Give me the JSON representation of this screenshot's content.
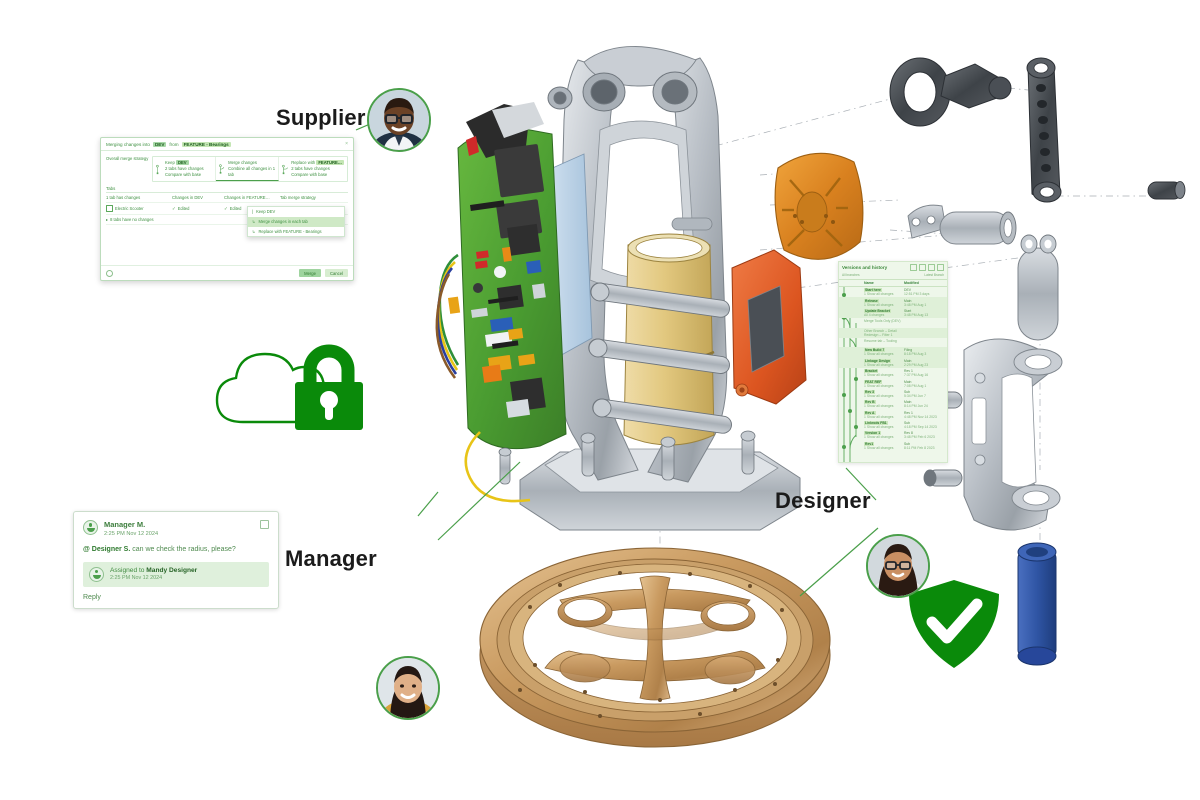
{
  "scene": {
    "title": "PLM collaboration exploded CAD assembly",
    "accent_green": "#3f9142",
    "brand_green": "#0a8a0a",
    "background": "#ffffff"
  },
  "personas": [
    {
      "id": "supplier",
      "label": "Supplier",
      "avatar_name": "supplier-avatar"
    },
    {
      "id": "designer",
      "label": "Designer",
      "avatar_name": "designer-avatar"
    },
    {
      "id": "manager",
      "label": "Manager",
      "avatar_name": "manager-avatar"
    }
  ],
  "merge_dialog": {
    "title_prefix": "Merging changes into",
    "title_branch": "DEV",
    "title_from": "from",
    "title_source": "FEATURE - Bearings",
    "close_label": "×",
    "strategy_label": "Overall merge strategy",
    "strategy_options": [
      {
        "line1": "Keep",
        "chip": "DEV",
        "line2": "2 tabs have changes",
        "line3": "Compare with base"
      },
      {
        "line1": "Merge changes",
        "chip": "",
        "line2": "Combine all changes in 1",
        "line3": "tab"
      },
      {
        "line1": "Replace with",
        "chip": "FEATURE…",
        "line2": "2 tabs have changes",
        "line3": "Compare with base"
      }
    ],
    "selected_strategy": 1,
    "tabs_label": "Tabs",
    "table_headers": [
      "1 tab has changes",
      "Changes in DEV",
      "Changes in FEATURE…",
      "Tab merge strategy"
    ],
    "rows": [
      {
        "name": "Electric Scooter",
        "dev": "Edited",
        "feature": "Edited",
        "icon": "tab-icon"
      }
    ],
    "no_change_row": "8 tabs have no changes",
    "menu_items": [
      "Keep DEV",
      "Merge changes in each tab",
      "Replace with FEATURE - Bearings"
    ],
    "menu_highlight_index": 1,
    "help_icon": "help-icon",
    "buttons": {
      "primary": "Merge",
      "secondary": "Cancel"
    }
  },
  "comment_card": {
    "author": "Manager M.",
    "timestamp": "2:25 PM Nov 12 2024",
    "mention": "@ Designer S.",
    "body": " can we check the radius, please?",
    "assignment_prefix": "Assigned to ",
    "assignment_name": "Mandy Designer",
    "assignment_time": "2:25 PM Nov 12 2024",
    "reply_label": "Reply",
    "checkbox_name": "resolve-checkbox"
  },
  "versions_panel": {
    "title": "Versions and history",
    "subtitle_left": "All branches",
    "subtitle_right": "Latest Branch",
    "columns": [
      "Name",
      "Modified"
    ],
    "tools": [
      "zoom-out-icon",
      "zoom-in-icon",
      "copy-icon",
      "menu-icon"
    ],
    "rows": [
      {
        "name": "Start here",
        "sub": "1 Show all changes",
        "mod_a": "DEV",
        "mod_b": "12:51 PM 3 days"
      },
      {
        "name": "Release",
        "sub": "1 Show all changes",
        "mod_a": "Main",
        "mod_b": "3:48 PM Aug 1"
      },
      {
        "name": "Update Bracket",
        "sub": "All 4 changes",
        "mod_a": "Start",
        "mod_b": "3:48 PM Aug 13"
      },
      {
        "name": "Merge Tools Only (DEV)",
        "sub": "",
        "mod_a": "",
        "mod_b": ""
      },
      {
        "name": "Other Branch – Detail Redesign – Filter 1",
        "sub": "",
        "mod_a": "",
        "mod_b": ""
      },
      {
        "name": "Resume tab – Tooling",
        "sub": "",
        "mod_a": "",
        "mod_b": ""
      },
      {
        "name": "New Build 7",
        "sub": "1 Show all changes",
        "mod_a": "Filing",
        "mod_b": "8:18 PM Aug 3"
      },
      {
        "name": "Linkage Design",
        "sub": "1 Show all changes",
        "mod_a": "Main",
        "mod_b": "2:29 PM Aug 23"
      },
      {
        "name": "Bracket",
        "sub": "1 Show all changes",
        "mod_a": "Rev 1",
        "mod_b": "7:37 PM Aug 16"
      },
      {
        "name": "FEAT REF",
        "sub": "1 Show all changes",
        "mod_a": "Main",
        "mod_b": "7:08 PM Aug 1"
      },
      {
        "name": "Rev 3",
        "sub": "1 Show all changes",
        "mod_a": "Sub",
        "mod_b": "5:34 PM Jun 7"
      },
      {
        "name": "Rev B",
        "sub": "1 Show all changes",
        "mod_a": "Main",
        "mod_b": "8:14 PM Jun 24"
      },
      {
        "name": "Rev A",
        "sub": "1 Show all changes",
        "mod_a": "Rev 1",
        "mod_b": "4:48 PM Nov 14 2023"
      },
      {
        "name": "Linkrods FB1",
        "sub": "1 Show all changes",
        "mod_a": "Sub",
        "mod_b": "4:18 PM Sep 14 2023"
      },
      {
        "name": "Version 1",
        "sub": "1 Show all changes",
        "mod_a": "Rev 8",
        "mod_b": "3:48 PM Feb 6 2023"
      },
      {
        "name": "Rev1",
        "sub": "1 Show all changes",
        "mod_a": "Sub",
        "mod_b": "8:11 PM Feb 8 2023"
      }
    ]
  },
  "badges": [
    {
      "id": "cloud-lock",
      "icon": "cloud-lock-icon",
      "meaning": "Secure cloud"
    },
    {
      "id": "shield-check",
      "icon": "shield-check-icon",
      "meaning": "Verified / compliant"
    }
  ],
  "cad_assembly": {
    "label": "Exploded CAD assembly",
    "parts": [
      {
        "name": "pcb-board",
        "color": "#4d9f35"
      },
      {
        "name": "battery-cell",
        "color": "#e0c878"
      },
      {
        "name": "chassis-frame",
        "color": "#b9bec4"
      },
      {
        "name": "motor-housing",
        "color": "#e08a2a"
      },
      {
        "name": "controller-cover",
        "color": "#e25822"
      },
      {
        "name": "wheel-rim",
        "color": "#c79a5c"
      },
      {
        "name": "linkage-arm",
        "color": "#4a4f55"
      },
      {
        "name": "shock-body",
        "color": "#8d9399"
      },
      {
        "name": "bracket",
        "color": "#9aa0a6"
      },
      {
        "name": "blue-bushing",
        "color": "#2f55a4"
      }
    ]
  }
}
